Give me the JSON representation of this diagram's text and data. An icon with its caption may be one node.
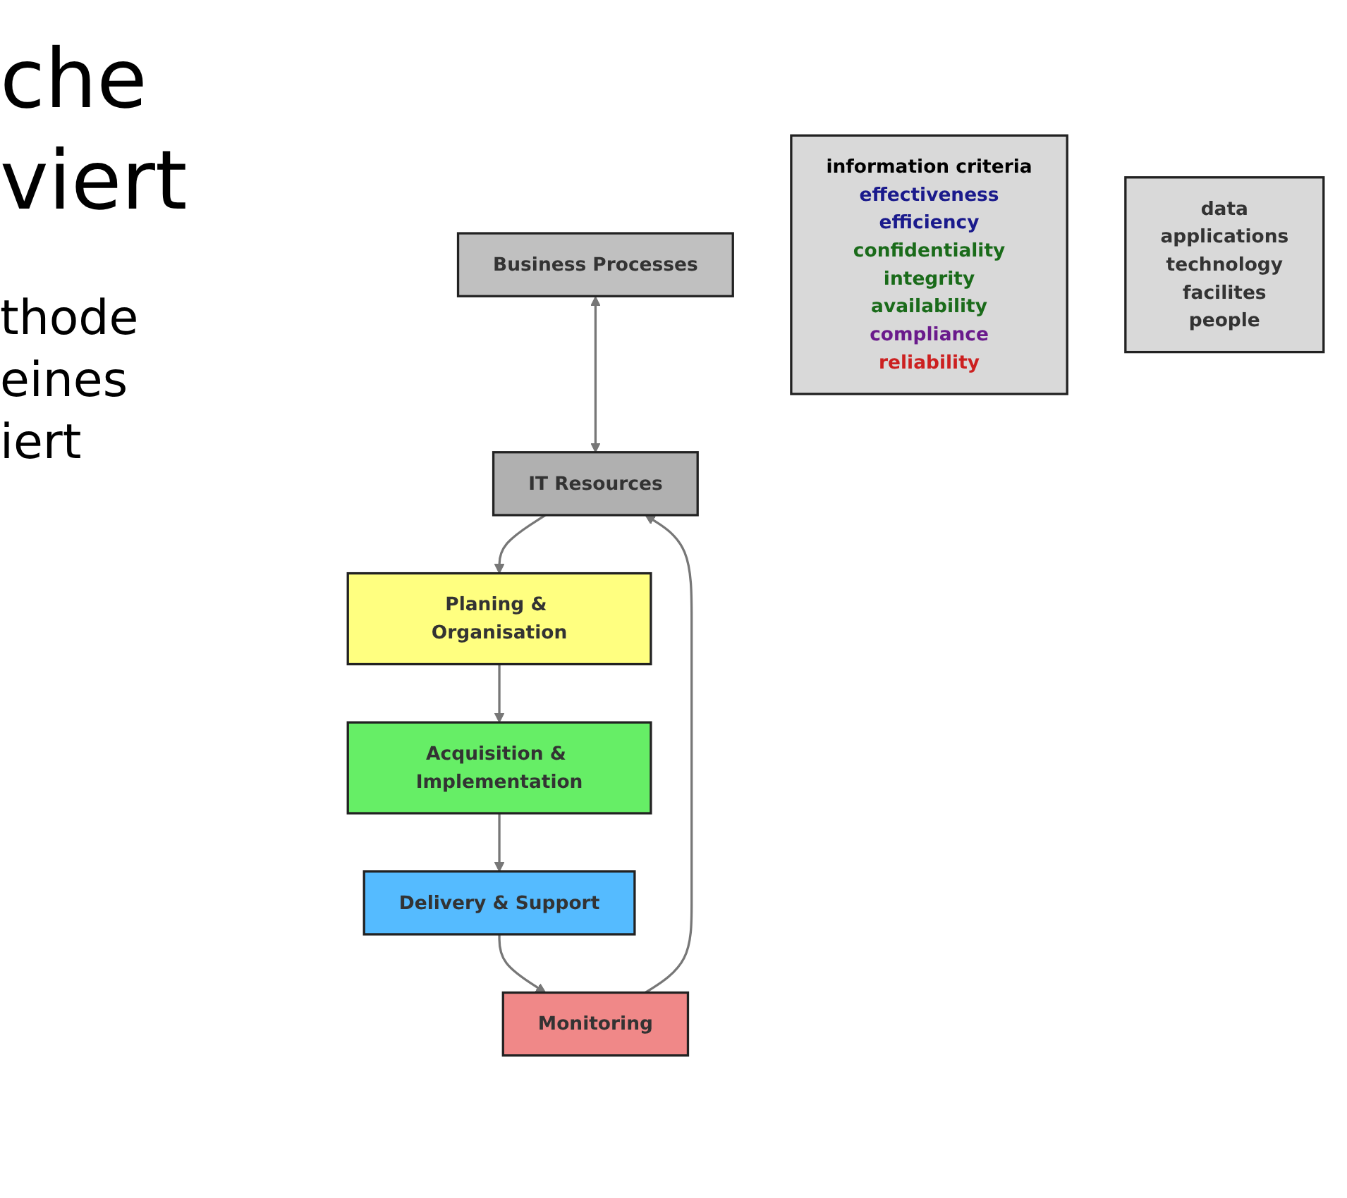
{
  "diagram": {
    "nodes": [
      {
        "text": [
          "Business Processes"
        ]
      },
      {
        "text": [
          "information criteria",
          "effectiveness",
          "efficiency",
          "confidentiality",
          "integrity",
          "availability",
          "compliance",
          "reliability"
        ]
      },
      {
        "text": [
          "IT Resources"
        ]
      },
      {
        "text": [
          "data",
          "applications",
          "technology",
          "facilites",
          "people"
        ]
      },
      {
        "text": [
          "Planing & Organisation"
        ]
      },
      {
        "text": [
          "Acquisition & Implementation"
        ]
      },
      {
        "text": [
          "Delivery & Support"
        ]
      },
      {
        "text": [
          "Monitoring"
        ]
      }
    ],
    "edges": [
      {
        "from": 0,
        "to": 2,
        "arrow": "both"
      },
      {
        "from": 2,
        "to": 4,
        "arrow": "to"
      },
      {
        "from": 4,
        "to": 5,
        "arrow": "to"
      },
      {
        "from": 5,
        "to": 6,
        "arrow": "to"
      },
      {
        "from": 6,
        "to": 7,
        "arrow": "to"
      },
      {
        "from": 7,
        "to": 2,
        "arrow": "to"
      }
    ],
    "labels": [
      "che",
      "viert",
      "thode",
      "eines",
      "iert"
    ]
  }
}
